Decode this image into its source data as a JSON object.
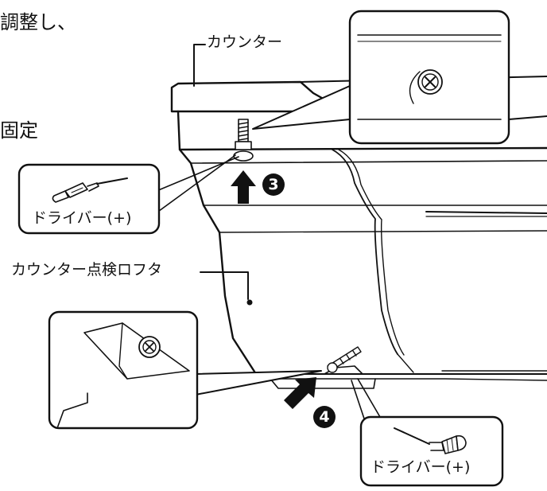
{
  "text": {
    "top_fragment": "調整し、",
    "fix_fragment": "固定",
    "counter_label": "カウンター",
    "inspection_lid_label": "カウンター点検ロフタ",
    "driver_label_1": "ドライバー(+)",
    "driver_label_2": "ドライバー(+)"
  },
  "steps": {
    "step3": "3",
    "step4": "4"
  },
  "colors": {
    "line": "#111111",
    "background": "#ffffff",
    "badge": "#111111"
  },
  "icons": [
    "screwdriver-icon",
    "screw-icon",
    "up-arrow-icon",
    "diagonal-arrow-icon"
  ]
}
